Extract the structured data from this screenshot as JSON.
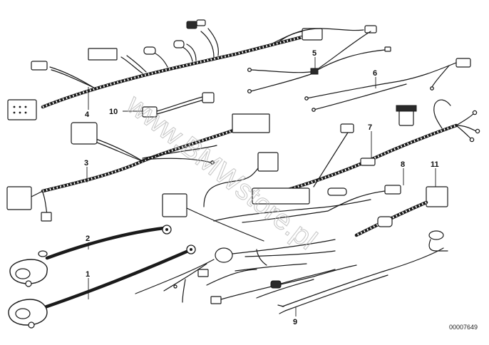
{
  "diagram": {
    "callouts": {
      "p1": "1",
      "p2": "2",
      "p3": "3",
      "p4": "4",
      "p5": "5",
      "p6": "6",
      "p7": "7",
      "p8": "8",
      "p9": "9",
      "p10": "10",
      "p11": "11"
    },
    "reference_number": "00007649"
  },
  "watermark": {
    "text": "www.BMWstore.pl"
  }
}
